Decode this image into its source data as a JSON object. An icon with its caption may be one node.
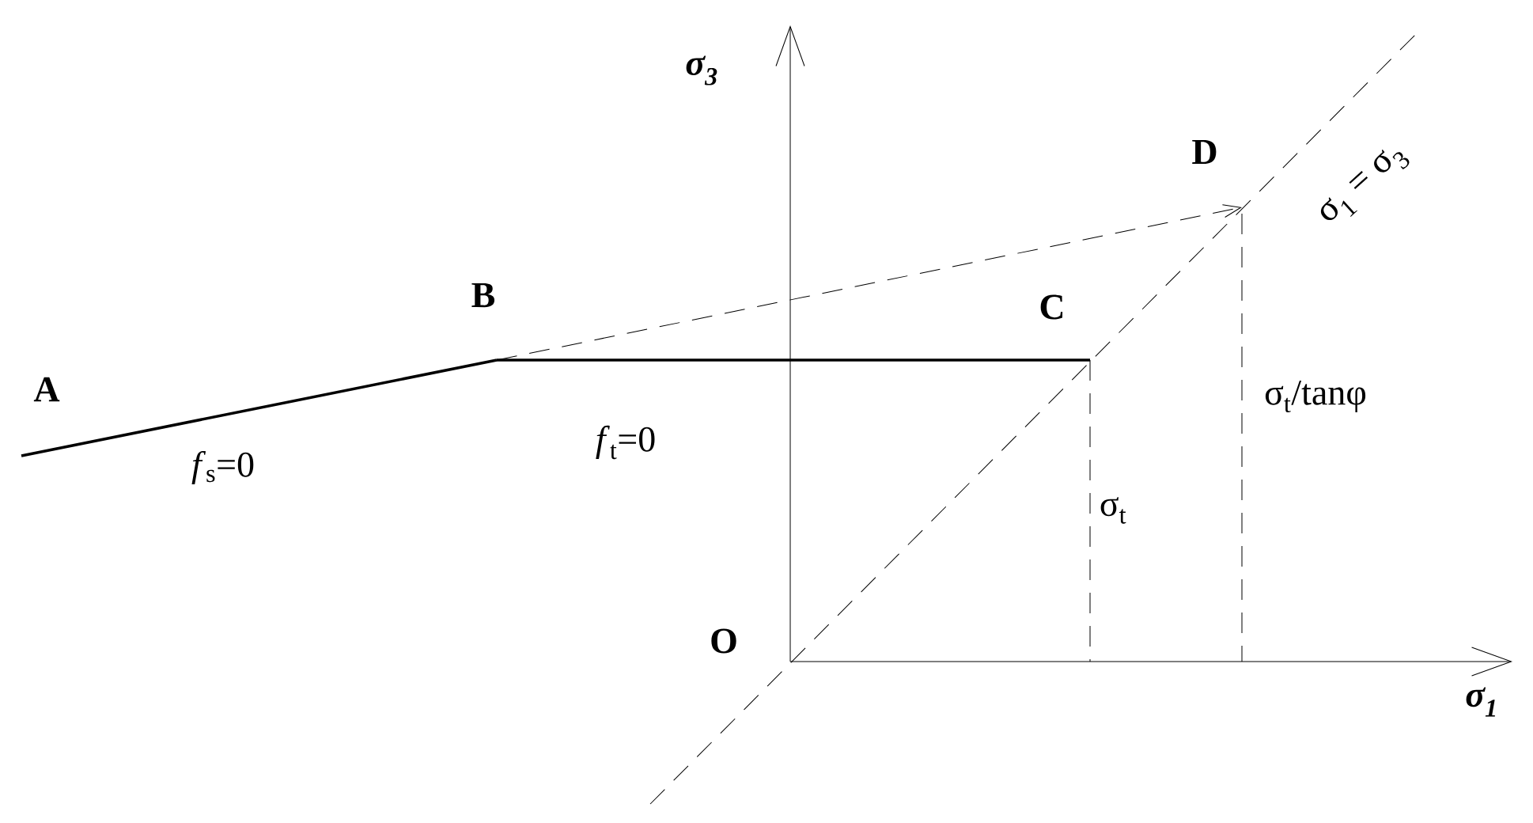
{
  "diagram": {
    "nodes": [
      {
        "text": [
          "A"
        ]
      },
      {
        "text": [
          "B"
        ]
      },
      {
        "text": [
          "C"
        ]
      },
      {
        "text": [
          "D"
        ]
      }
    ],
    "edges": [
      {
        "from": 0,
        "to": 1,
        "arrow": "none"
      },
      {
        "from": 1,
        "to": 2,
        "arrow": "none"
      },
      {
        "from": 1,
        "to": 3,
        "arrow": "to",
        "style": "dashed"
      }
    ],
    "labels": [
      "σ$_{3}$",
      "σ$_{1}$",
      "O",
      "*f*$_{s}$=0",
      "*f*$_{t}$=0",
      "σ$_{t}$",
      "σ$_{t}$/tanφ",
      "σ$_{1}$ = σ$_{3}$"
    ]
  }
}
